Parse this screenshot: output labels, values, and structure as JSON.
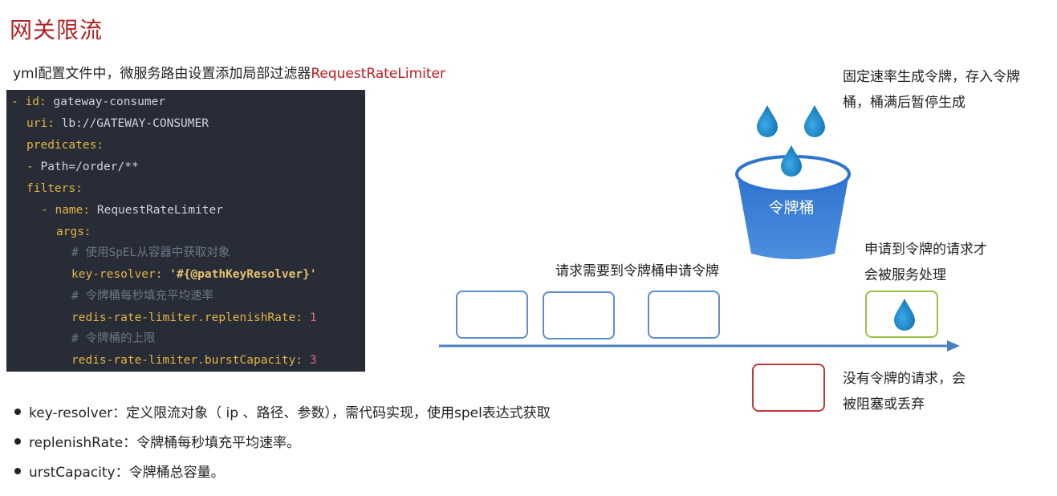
{
  "page": {
    "title": "网关限流",
    "subtitle_prefix": "yml配置文件中，微服务路由设置添加局部过滤器",
    "subtitle_highlight": "RequestRateLimiter"
  },
  "code": {
    "l1_dash": "- ",
    "l1_key": "id:",
    "l1_val": " gateway-consumer",
    "l2_key": "uri:",
    "l2_val": " lb://GATEWAY-CONSUMER",
    "l3_key": "predicates:",
    "l4_dash": "- ",
    "l4_val": "Path=/order/**",
    "l5_key": "filters:",
    "l6_dash": "- ",
    "l6_key": "name:",
    "l6_val": " RequestRateLimiter",
    "l7_key": "args:",
    "l8_comment": "# 使用SpEL从容器中获取对象",
    "l9_key": "key-resolver:",
    "l9_val": "'#{@pathKeyResolver}'",
    "l10_comment": "# 令牌桶每秒填充平均速率",
    "l11_key": "redis-rate-limiter.replenishRate:",
    "l11_val": "1",
    "l12_comment": "# 令牌桶的上限",
    "l13_key": "redis-rate-limiter.burstCapacity:",
    "l13_val": "3"
  },
  "bullets": [
    "key-resolver：定义限流对象（ ip 、路径、参数），需代码实现，使用spel表达式获取",
    "replenishRate：令牌桶每秒填充平均速率。",
    "urstCapacity：令牌桶总容量。"
  ],
  "diagram": {
    "bucket_label": "令牌桶",
    "note_top_line1": "固定速率生成令牌，存入令牌",
    "note_top_line2": "桶，桶满后暂停生成",
    "note_request": "请求需要到令牌桶申请令牌",
    "note_success_line1": "申请到令牌的请求才",
    "note_success_line2": "会被服务处理",
    "note_reject_line1": "没有令牌的请求，会",
    "note_reject_line2": "被阻塞或丢弃"
  },
  "colors": {
    "title": "#b22222",
    "highlight": "#c0181d",
    "code_bg": "#272c36",
    "request_box": "#5b8fd0",
    "success_box": "#9ac24a",
    "reject_box": "#c0393b",
    "bucket": "#3a7fd6",
    "token": "#1a86c7",
    "arrow": "#4a7fc1"
  }
}
